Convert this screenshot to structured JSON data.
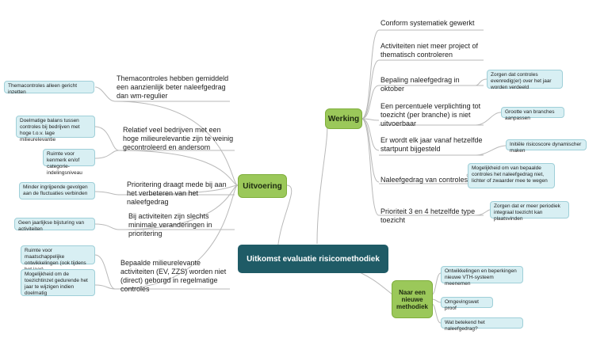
{
  "central": "Uitkomst evaluatie risicomethodiek",
  "uitvoering": {
    "label": "Uitvoering",
    "themacontroles": "Themacontroles hebben gemiddeld een aanzienlijk beter naleefgedrag dan wm-regulier",
    "themacontroles_box": "Themacontroles alleen gericht inzetten",
    "relatief": "Relatief veel bedrijven met een hoge milieurelevantie zijn te weinig gecontroleerd en andersom",
    "relatief_box1": "Doelmatige balans tussen controles bij bedrijven met hoge t.o.v. lage milieurelevantie",
    "relatief_box2": "Ruimte voor kenmerk en/of categorie-indelingsniveau",
    "prioritering": "Prioritering draagt mede bij aan het verbeteren van het naleefgedrag",
    "prioritering_box": "Minder ingrijpende gevolgen aan de fluctuaties verbinden",
    "activiteiten": "Bij activiteiten zijn slechts minimale veranderingen in prioritering",
    "activiteiten_box": "Geen jaarlijkse bijsturing van activiteiten",
    "bepaalde": "Bepaalde milieurelevante activiteiten (EV, ZZS) worden niet (direct) geborgd in regelmatige controles",
    "bepaalde_box1": "Ruimte voor maatschappelijke ontwikkelingen (ook tijdens het jaar)",
    "bepaalde_box2": "Mogelijkheid om de toezichtinzet gedurende het jaar te wijzigen indien doelmatig"
  },
  "werking": {
    "label": "Werking",
    "conform": "Conform systematiek gewerkt",
    "activiteiten": "Activiteiten niet meer project of thematisch controleren",
    "bepaling": "Bepaling naleefgedrag in oktober",
    "bepaling_box": "Zorgen dat controles evenredig(er) over het jaar worden verdeeld",
    "percentuele": "Een percentuele verplichting tot toezicht (per branche) is niet uitvoerbaar",
    "percentuele_box": "Grootte van branches aanpassen",
    "startpunt": "Er wordt elk jaar vanaf hetzelfde startpunt bijgesteld",
    "startpunt_box": "Initiële risicoscore dynamischer maken",
    "naleefgedrag": "Naleefgedrag van controles",
    "naleefgedrag_box": "Mogelijkheid om van bepaalde controles het naleefgedrag niet, lichter of zwaarder mee te wegen",
    "prioriteit": "Prioriteit 3 en 4 hetzelfde type toezicht",
    "prioriteit_box": "Zorgen dat er meer periodiek integraal toezicht kan plaatsvinden"
  },
  "nieuwe": {
    "label": "Naar een nieuwe methodiek",
    "box1": "Ontwikkelingen en beperkingen nieuwe VTH-systeem meenemen",
    "box2": "Omgevingswet proof",
    "box3": "Wat betekend het naleefgedrag?"
  },
  "colors": {
    "central": "#1f5b66",
    "branch": "#9bc85a",
    "box": "#d8eff3",
    "line": "#b8b8b8"
  }
}
